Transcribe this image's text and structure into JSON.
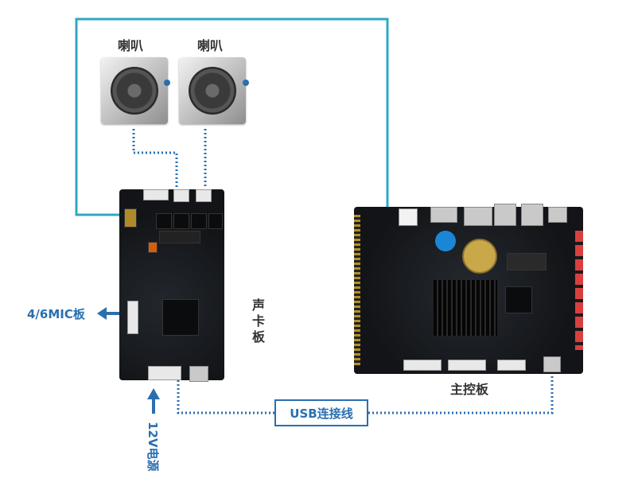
{
  "speakers": [
    {
      "label": "喇叭"
    },
    {
      "label": "喇叭"
    }
  ],
  "sound_card": {
    "label": "声卡板"
  },
  "main_board": {
    "label": "主控板"
  },
  "mic_board": {
    "label": "4/6MIC板"
  },
  "power": {
    "label": "12V电源"
  },
  "usb_cable": {
    "label": "USB连接线"
  },
  "colors": {
    "line": "#2fa8c4",
    "dotted": "#2a6fb0",
    "text": "#333333"
  }
}
